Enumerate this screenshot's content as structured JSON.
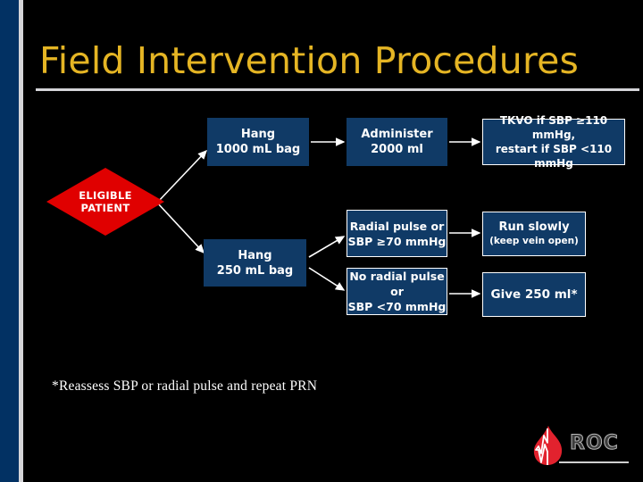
{
  "slide": {
    "title": "Field Intervention Procedures",
    "footnote": "*Reassess SBP or radial pulse and repeat PRN",
    "background_color": "#000000",
    "title_color": "#e5b524",
    "accent_bar_color": "#023163",
    "rule_color": "#d4d4d8"
  },
  "flowchart": {
    "type": "flowchart",
    "node_fill_color": "#103a66",
    "decision_fill_color": "#e00000",
    "connector_color": "#ffffff",
    "decision": {
      "name": "eligible-patient",
      "line1": "ELIGIBLE",
      "line2": "PATIENT",
      "shape": "diamond"
    },
    "nodes": [
      {
        "name": "hang-1000",
        "line1": "Hang",
        "line2": "1000 mL bag",
        "bordered": false
      },
      {
        "name": "administer-2000",
        "line1": "Administer",
        "line2": "2000 ml",
        "bordered": false
      },
      {
        "name": "tkvo",
        "line1": "TKVO if SBP ≥110 mmHg,",
        "line2": "restart if SBP <110 mmHg",
        "bordered": true
      },
      {
        "name": "hang-250",
        "line1": "Hang",
        "line2": "250 mL bag",
        "bordered": false
      },
      {
        "name": "radial-pulse-yes",
        "line1": "Radial pulse or",
        "line2": "SBP ≥70 mmHg",
        "bordered": true
      },
      {
        "name": "radial-pulse-no",
        "line1": "No radial pulse or",
        "line2": "SBP <70 mmHg",
        "bordered": true
      },
      {
        "name": "run-slowly",
        "line1": "Run slowly",
        "line2": "(keep vein open)",
        "bordered": true
      },
      {
        "name": "give-250",
        "line1": "Give 250 ml*",
        "line2": "",
        "bordered": true
      }
    ],
    "edges": [
      {
        "from": "eligible-patient",
        "to": "hang-1000",
        "style": "arrow-diagonal-up"
      },
      {
        "from": "eligible-patient",
        "to": "hang-250",
        "style": "arrow-diagonal-down"
      },
      {
        "from": "hang-1000",
        "to": "administer-2000",
        "style": "arrow-right"
      },
      {
        "from": "administer-2000",
        "to": "tkvo",
        "style": "arrow-right"
      },
      {
        "from": "hang-250",
        "to": "radial-pulse-yes",
        "style": "arrow-diagonal-up"
      },
      {
        "from": "hang-250",
        "to": "radial-pulse-no",
        "style": "arrow-diagonal-down"
      },
      {
        "from": "radial-pulse-yes",
        "to": "run-slowly",
        "style": "arrow-right"
      },
      {
        "from": "radial-pulse-no",
        "to": "give-250",
        "style": "arrow-right"
      }
    ]
  },
  "logo": {
    "text": "ROC",
    "flame_color": "#e2222e",
    "waveform_color": "#ffffff"
  }
}
